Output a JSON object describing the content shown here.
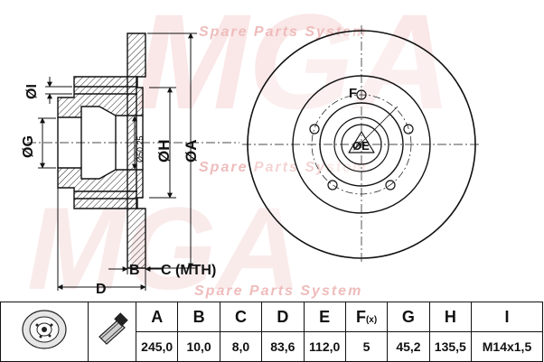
{
  "watermark": {
    "brand": "MGA",
    "tagline": "Spare Parts System",
    "color": "#f3c4c4"
  },
  "diagram": {
    "labels": {
      "i": "ØI",
      "g": "ØG",
      "h": "ØH",
      "a": "ØA",
      "b": "B",
      "c": "C (MTH)",
      "d": "D",
      "e": "ØE",
      "f": "F",
      "center_dim": "Ø50,25"
    }
  },
  "table": {
    "headers": [
      "A",
      "B",
      "C",
      "D",
      "E",
      "F",
      "G",
      "H",
      "I"
    ],
    "f_suffix": "(x)",
    "values": [
      "245,0",
      "10,0",
      "8,0",
      "83,6",
      "112,0",
      "5",
      "45,2",
      "135,5",
      "M14x1,5"
    ]
  },
  "thumbnails": [
    {
      "name": "disc-thumbnail-icon"
    },
    {
      "name": "bolt-thumbnail-icon"
    }
  ]
}
